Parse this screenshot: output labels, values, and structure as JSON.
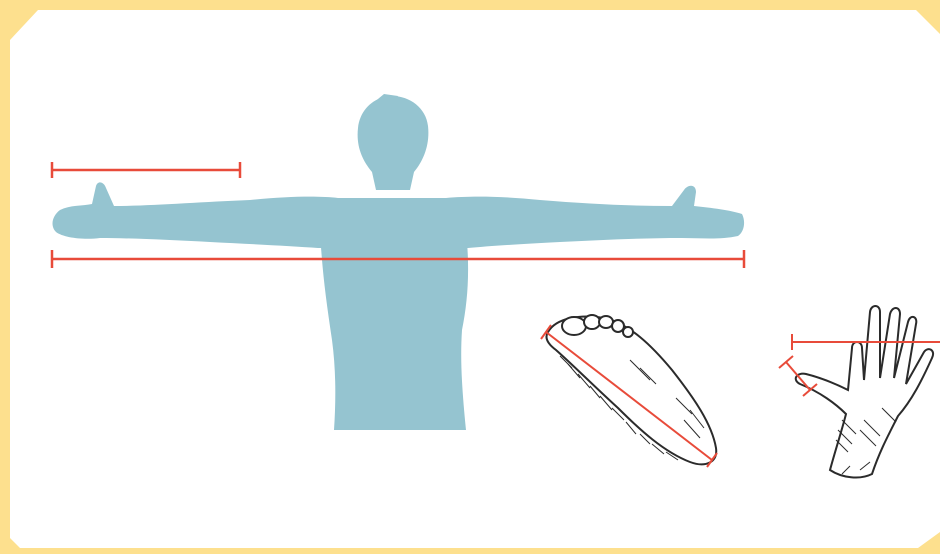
{
  "colors": {
    "frame": "#fde08e",
    "background": "#ffffff",
    "silhouette": "#95c4d0",
    "measure_line": "#e84b3a",
    "sketch_ink": "#2b2b2b"
  },
  "figures": {
    "body": {
      "icon": "human-silhouette-arms-outstretched",
      "measurements": [
        "arm-span",
        "forearm-length"
      ]
    },
    "foot": {
      "icon": "foot-sole-sketch",
      "measurements": [
        "foot-length"
      ]
    },
    "hand": {
      "icon": "hand-palm-sketch",
      "measurements": [
        "hand-span",
        "thumb-length"
      ]
    }
  }
}
